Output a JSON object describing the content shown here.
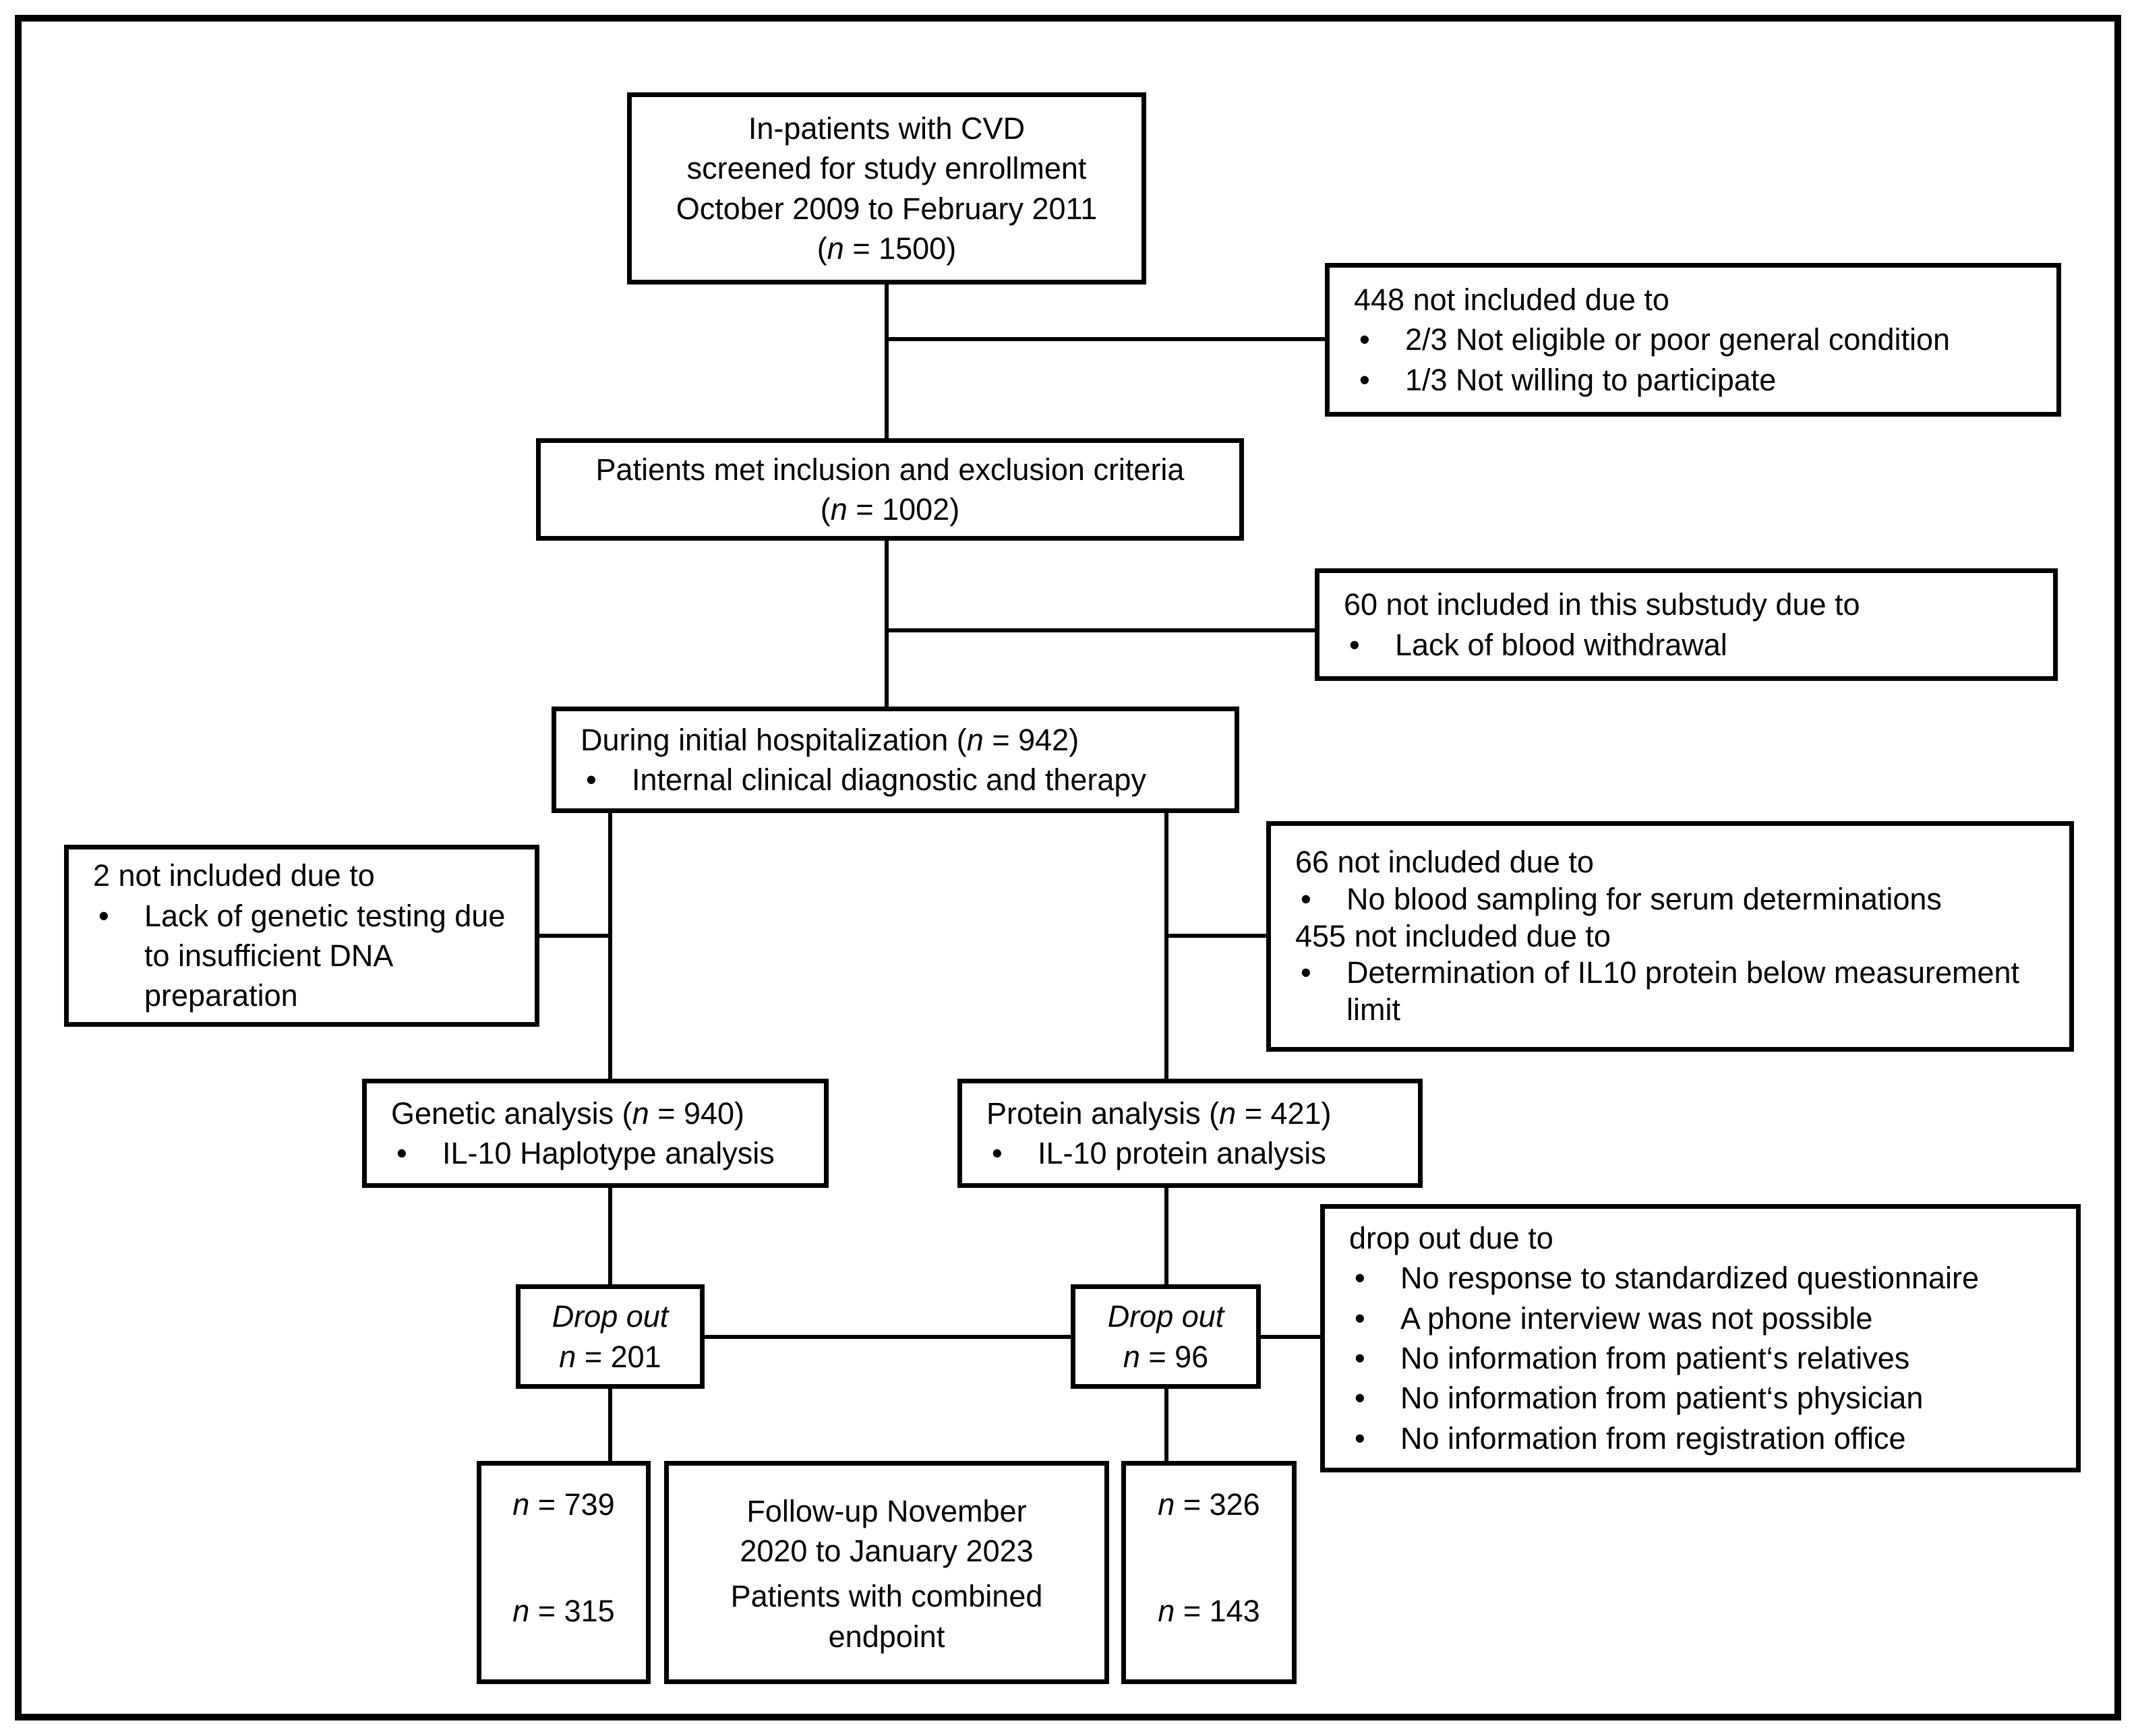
{
  "glyphs": {
    "bullet": "•"
  },
  "colors": {
    "line": "#000000",
    "background": "#ffffff",
    "text": "#000000"
  },
  "boxes": {
    "screening": {
      "lines": [
        "In-patients with CVD",
        "screened for study enrollment",
        "October 2009 to February 2011",
        [
          {
            "t": "("
          },
          {
            "t": "n",
            "i": true
          },
          {
            "t": " = 1500)"
          }
        ]
      ]
    },
    "excl448": {
      "title": "448 not included due to",
      "bullets": [
        "2/3 Not eligible or poor general condition",
        "1/3 Not willing to participate"
      ]
    },
    "criteria": {
      "lines": [
        "Patients met inclusion and exclusion criteria",
        [
          {
            "t": "("
          },
          {
            "t": "n",
            "i": true
          },
          {
            "t": " = 1002)"
          }
        ]
      ]
    },
    "excl60": {
      "title": "60 not included in this substudy due to",
      "bullets": [
        "Lack of blood withdrawal"
      ]
    },
    "hosp": {
      "title": [
        {
          "t": "During initial hospitalization ("
        },
        {
          "t": "n",
          "i": true
        },
        {
          "t": " = 942)"
        }
      ],
      "bullets": [
        "Internal clinical diagnostic and therapy"
      ]
    },
    "excl2": {
      "title": "2 not included due to",
      "bullets": [
        "Lack of genetic testing due to insufficient DNA preparation"
      ]
    },
    "excl66": {
      "sections": [
        {
          "title": "66 not included due to",
          "bullets": [
            "No blood sampling for serum determinations"
          ]
        },
        {
          "title": "455 not included due to",
          "bullets": [
            "Determination of IL10 protein below measurement limit"
          ]
        }
      ]
    },
    "genetic": {
      "title": [
        {
          "t": "Genetic analysis ("
        },
        {
          "t": "n",
          "i": true
        },
        {
          "t": " = 940)"
        }
      ],
      "bullets": [
        "IL-10 Haplotype analysis"
      ]
    },
    "protein": {
      "title": [
        {
          "t": "Protein analysis ("
        },
        {
          "t": "n",
          "i": true
        },
        {
          "t": " = 421)"
        }
      ],
      "bullets": [
        "IL-10 protein analysis"
      ]
    },
    "dropout_left": {
      "label": [
        {
          "t": "Drop out",
          "i": true
        }
      ],
      "count": [
        {
          "t": "n",
          "i": true
        },
        {
          "t": " = 201"
        }
      ]
    },
    "dropout_right": {
      "label": [
        {
          "t": "Drop out",
          "i": true
        }
      ],
      "count": [
        {
          "t": "n",
          "i": true
        },
        {
          "t": " = 96"
        }
      ]
    },
    "dropout_reasons": {
      "title": "drop out due to",
      "bullets": [
        "No response to standardized questionnaire",
        "A phone interview was not possible",
        "No information from patient‘s relatives",
        "No information from patient‘s physician",
        "No information from registration office"
      ]
    },
    "genetic_counts": {
      "top": [
        {
          "t": "n",
          "i": true
        },
        {
          "t": " = 739"
        }
      ],
      "bottom": [
        {
          "t": "n",
          "i": true
        },
        {
          "t": " = 315"
        }
      ]
    },
    "followup": {
      "lines1": [
        "Follow-up November",
        "2020 to January 2023"
      ],
      "lines2": [
        "Patients with combined",
        "endpoint"
      ]
    },
    "protein_counts": {
      "top": [
        {
          "t": "n",
          "i": true
        },
        {
          "t": " = 326"
        }
      ],
      "bottom": [
        {
          "t": "n",
          "i": true
        },
        {
          "t": " = 143"
        }
      ]
    }
  }
}
